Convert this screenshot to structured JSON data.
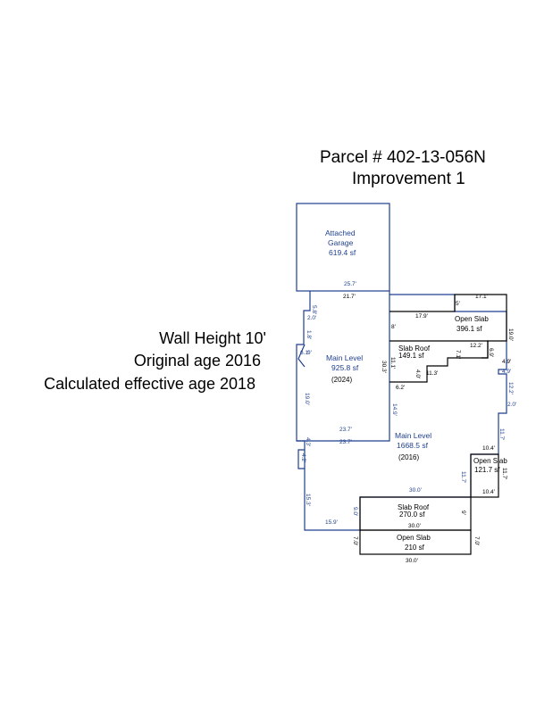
{
  "header": {
    "parcel": "Parcel # 402-13-056N",
    "improvement": "Improvement 1"
  },
  "info": {
    "wall_height": "Wall Height 10'",
    "original_age": "Original age 2016",
    "effective_age": "Calculated effective age 2018"
  },
  "areas": {
    "garage": {
      "name1": "Attached",
      "name2": "Garage",
      "area": "619.4 sf"
    },
    "main_upper": {
      "name": "Main Level",
      "area": "925.8 sf",
      "year": "(2024)"
    },
    "main_lower": {
      "name": "Main Level",
      "area": "1668.5 sf",
      "year": "(2016)"
    },
    "open_slab_top": {
      "name": "Open Slab",
      "area": "396.1 sf"
    },
    "slab_roof_small": {
      "name": "Slab Roof",
      "area": "149.1 sf"
    },
    "open_slab_right": {
      "name": "Open Slab",
      "area": "121.7 sf"
    },
    "slab_roof_bottom": {
      "name": "Slab Roof",
      "area": "270.0 sf"
    },
    "open_slab_bottom": {
      "name": "Open Slab",
      "area": "210 sf"
    }
  },
  "dimensions": {
    "d_25_7": "25.7'",
    "d_21_7": "21.7'",
    "d_17_1": "17.1'",
    "d_17_9": "17.9'",
    "d_5": "5'",
    "d_5_8": "5.8'",
    "d_2_0a": "2.0'",
    "d_1_8": "1.8'",
    "d_6_1": "6.1'",
    "d_9": "9'",
    "d_8": "8'",
    "d_19_0a": "19.0'",
    "d_12_2a": "12.2'",
    "d_7_1": "7.1'",
    "d_6_9": "6.9'",
    "d_19_0b": "19.0'",
    "d_4_9a": "4.9'",
    "d_4_9b": "4.9'",
    "d_30_3": "30.3'",
    "d_11_1": "11.1'",
    "d_4_0": "4.0'",
    "d_11_3": "11.3'",
    "d_6_2": "6.2'",
    "d_12_2b": "12.2'",
    "d_2_0b": "2.0'",
    "d_14_9": "14.9'",
    "d_23_7a": "23.7'",
    "d_23_7b": "23.7'",
    "d_11_7a": "11.7'",
    "d_10_4a": "10.4'",
    "d_4_3": "4.3'",
    "d_4_2": "4.2'",
    "d_11_7b": "11.7'",
    "d_11_7c": "11.7'",
    "d_10_4b": "10.4'",
    "d_30_0a": "30.0'",
    "d_15_3": "15.3'",
    "d_9_0a": "9.0'",
    "d_9b": "9'",
    "d_15_9": "15.9'",
    "d_30_0b": "30.0'",
    "d_7_0a": "7.0'",
    "d_7_0b": "7.0'",
    "d_30_0c": "30.0'"
  }
}
